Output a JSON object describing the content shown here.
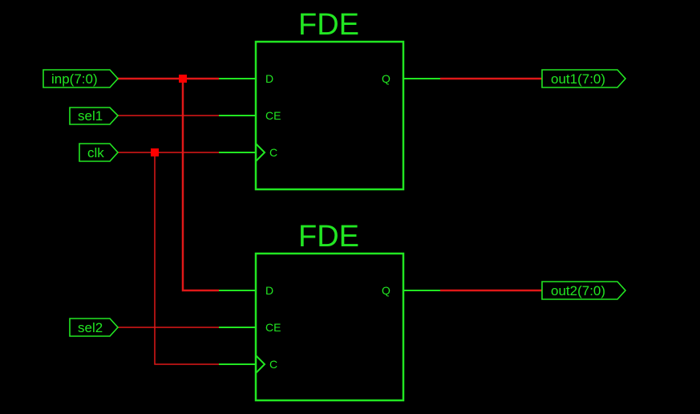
{
  "diagram": {
    "type": "schematic",
    "colors": {
      "component": "#22e622",
      "net": "#e01818",
      "junction": "#ff0000",
      "background": "#000000"
    },
    "input_ports": [
      {
        "id": "inp",
        "label": "inp(7:0)"
      },
      {
        "id": "sel1",
        "label": "sel1"
      },
      {
        "id": "clk",
        "label": "clk"
      },
      {
        "id": "sel2",
        "label": "sel2"
      }
    ],
    "output_ports": [
      {
        "id": "out1",
        "label": "out1(7:0)"
      },
      {
        "id": "out2",
        "label": "out2(7:0)"
      }
    ],
    "components": [
      {
        "id": "fde1",
        "title": "FDE",
        "pins": {
          "d": "D",
          "ce": "CE",
          "c": "C",
          "q": "Q"
        }
      },
      {
        "id": "fde2",
        "title": "FDE",
        "pins": {
          "d": "D",
          "ce": "CE",
          "c": "C",
          "q": "Q"
        }
      }
    ],
    "nets": [
      {
        "from": "inp",
        "to": [
          "fde1.D",
          "fde2.D"
        ],
        "bus": true
      },
      {
        "from": "sel1",
        "to": [
          "fde1.CE"
        ]
      },
      {
        "from": "clk",
        "to": [
          "fde1.C",
          "fde2.C"
        ]
      },
      {
        "from": "sel2",
        "to": [
          "fde2.CE"
        ]
      },
      {
        "from": "fde1.Q",
        "to": [
          "out1"
        ],
        "bus": true
      },
      {
        "from": "fde2.Q",
        "to": [
          "out2"
        ],
        "bus": true
      }
    ]
  }
}
